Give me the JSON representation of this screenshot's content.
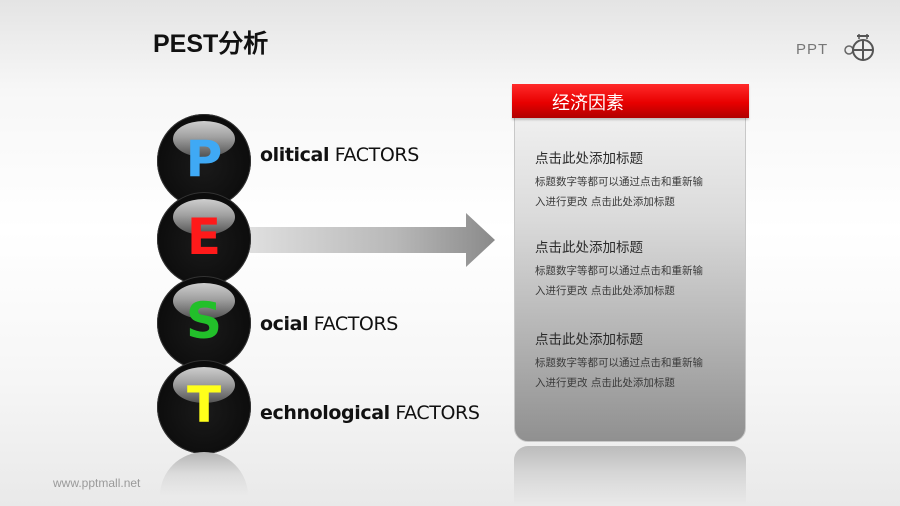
{
  "header": {
    "title": "PEST分析",
    "logo_text": "PPT"
  },
  "pest": [
    {
      "letter": "P",
      "color": "#3fa9f5",
      "bold": "olitical",
      "rest": " FACTORS"
    },
    {
      "letter": "E",
      "color": "#ff1a1a",
      "bold": "",
      "rest": ""
    },
    {
      "letter": "S",
      "color": "#22c02a",
      "bold": "ocial",
      "rest": " FACTORS"
    },
    {
      "letter": "T",
      "color": "#ffff1a",
      "bold": "echnological",
      "rest": " FACTORS"
    }
  ],
  "panel": {
    "header": "经济因素",
    "header_color": "#e80000",
    "items": [
      {
        "title": "点击此处添加标题",
        "desc_line1": "标题数字等都可以通过点击和重新输",
        "desc_line2": "入进行更改 点击此处添加标题"
      },
      {
        "title": "点击此处添加标题",
        "desc_line1": "标题数字等都可以通过点击和重新输",
        "desc_line2": "入进行更改 点击此处添加标题"
      },
      {
        "title": "点击此处添加标题",
        "desc_line1": "标题数字等都可以通过点击和重新输",
        "desc_line2": "入进行更改 点击此处添加标题"
      }
    ]
  },
  "footer": {
    "url": "www.pptmall.net"
  }
}
